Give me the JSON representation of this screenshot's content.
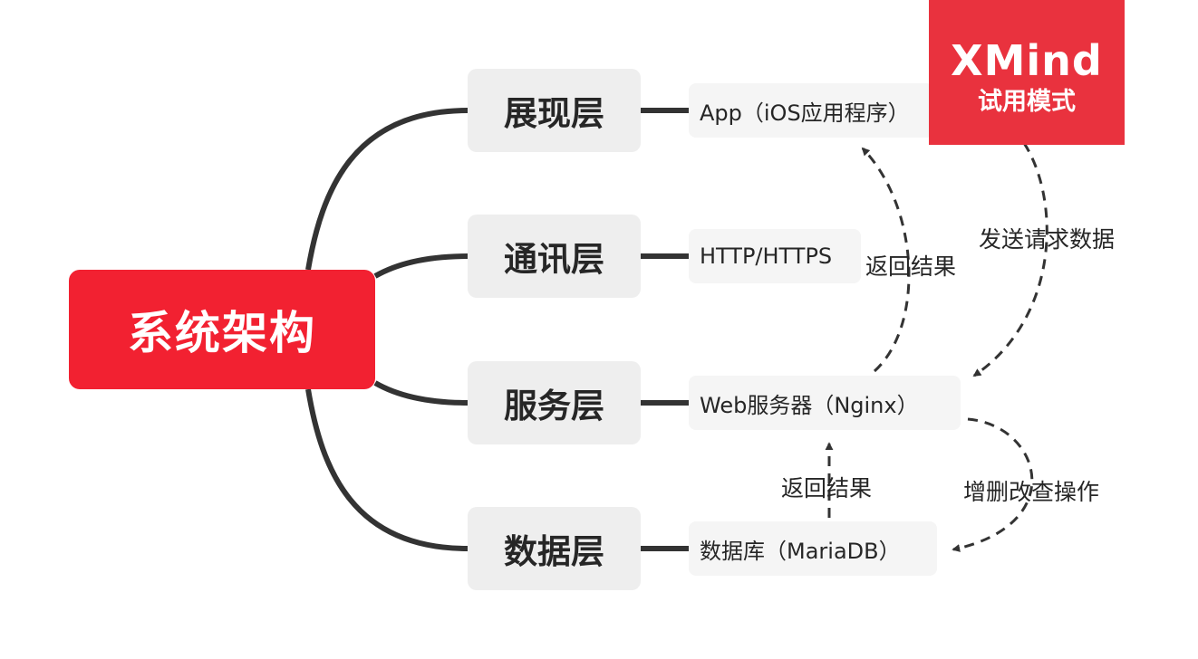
{
  "root": {
    "label": "系统架构"
  },
  "layers": [
    {
      "label": "展现层",
      "leaf": "App（iOS应用程序）"
    },
    {
      "label": "通讯层",
      "leaf": "HTTP/HTTPS"
    },
    {
      "label": "服务层",
      "leaf": "Web服务器（Nginx）"
    },
    {
      "label": "数据层",
      "leaf": "数据库（MariaDB）"
    }
  ],
  "relations": {
    "send_request": "发送请求数据",
    "return_result_top": "返回结果",
    "crud": "增删改查操作",
    "return_result_bottom": "返回结果"
  },
  "watermark": {
    "title": "XMind",
    "subtitle": "试用模式"
  },
  "colors": {
    "root": "#f22131",
    "watermark": "#e9323e",
    "connector": "#333333",
    "layer_bg": "#eeeeee",
    "leaf_bg": "#f5f5f5"
  }
}
